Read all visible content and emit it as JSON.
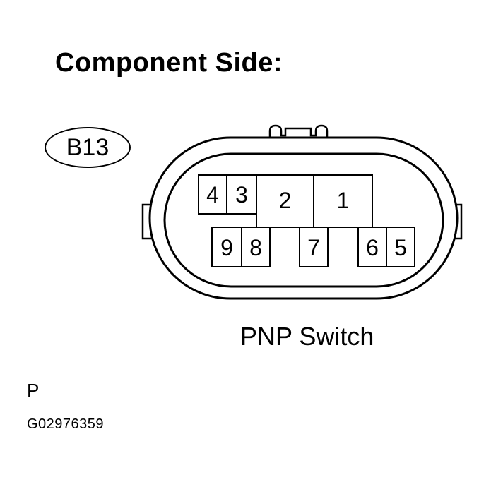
{
  "title": "Component Side:",
  "connector_id": "B13",
  "caption": "PNP Switch",
  "code": "P",
  "figure_id": "G02976359",
  "pins": {
    "p1": "1",
    "p2": "2",
    "p3": "3",
    "p4": "4",
    "p5": "5",
    "p6": "6",
    "p7": "7",
    "p8": "8",
    "p9": "9"
  }
}
